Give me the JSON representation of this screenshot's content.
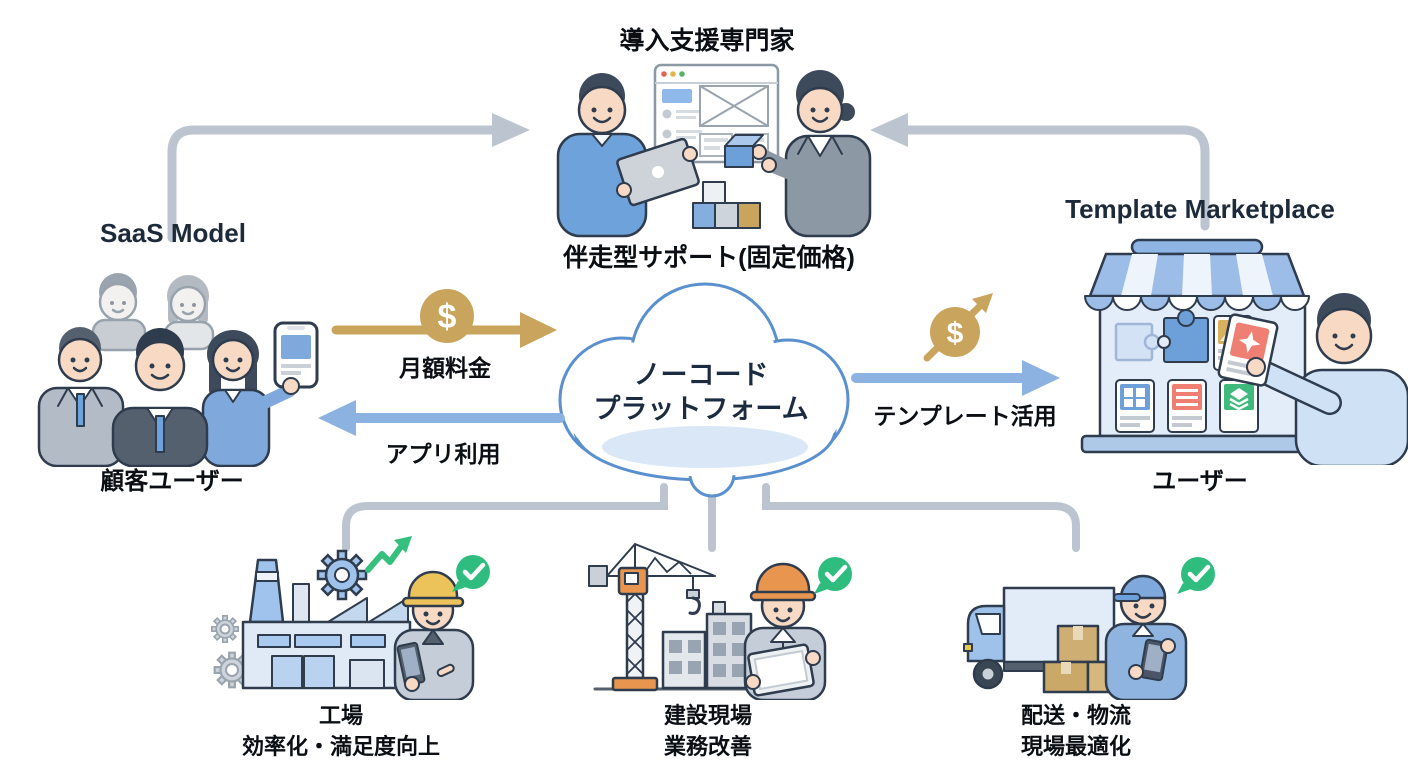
{
  "diagram": {
    "top_specialist": {
      "title": "導入支援専門家",
      "caption": "伴走型サポート(固定価格)"
    },
    "saas": {
      "title": "SaaS Model",
      "caption": "顧客ユーザー"
    },
    "marketplace": {
      "title": "Template Marketplace",
      "caption": "ユーザー"
    },
    "cloud": {
      "line1": "ノーコード",
      "line2": "プラットフォーム"
    },
    "flows": {
      "monthly_fee": "月額料金",
      "app_usage": "アプリ利用",
      "template_use": "テンプレート活用",
      "dollar": "$"
    },
    "use_cases": [
      {
        "name": "factory",
        "line1": "工場",
        "line2": "効率化・満足度向上"
      },
      {
        "name": "construction",
        "line1": "建設現場",
        "line2": "業務改善"
      },
      {
        "name": "logistics",
        "line1": "配送・物流",
        "line2": "現場最適化"
      }
    ],
    "colors": {
      "outline": "#2f3c4e",
      "accent_blue": "#6ea2da",
      "arrow_blue": "#8cb2e2",
      "arrow_gray": "#bcc5cf",
      "gold": "#c8a45c",
      "green_check": "#2ebd7f"
    }
  }
}
